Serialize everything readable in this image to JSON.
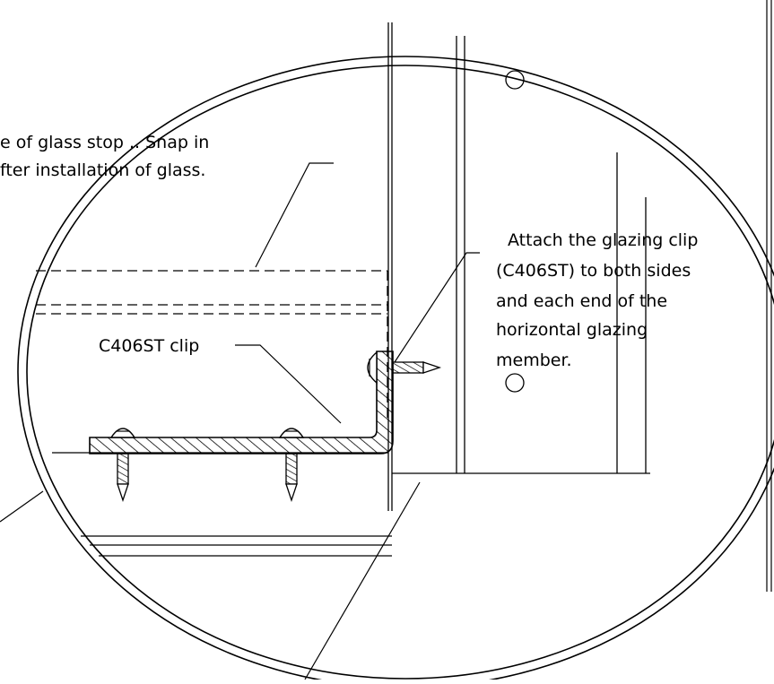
{
  "colors": {
    "ink": "#000000",
    "paper": "#ffffff"
  },
  "labels": {
    "glass_stop_line1": "e of glass stop .. Snap in",
    "glass_stop_line2": "fter installation of glass.",
    "clip_label": "C406ST clip",
    "attach_line1": "Attach the glazing clip",
    "attach_line2": "(C406ST) to both sides",
    "attach_line3": "and each end of the",
    "attach_line4": "horizontal glazing",
    "attach_line5": "member."
  }
}
